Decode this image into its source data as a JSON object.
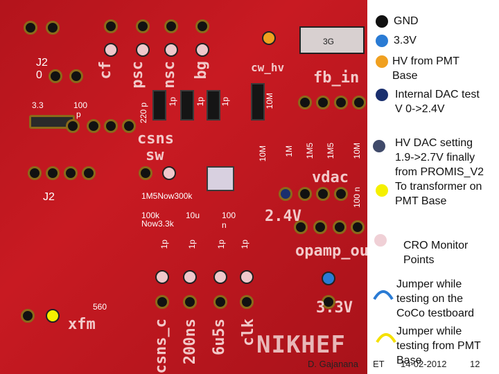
{
  "board": {
    "silkscreen": {
      "cf": "cf",
      "psc": "psc",
      "nsc": "nsc",
      "bg": "bg",
      "cw_hv": "cw_hv",
      "fb_in": "fb_in",
      "csns": "csns",
      "sw": "sw",
      "vdac": "vdac",
      "v24": "2.4V",
      "opamp_out": "opamp_out",
      "v33": "3.3V",
      "xfm": "xfm",
      "csns_c": "csns_c",
      "n200ns": "200ns",
      "n6u5s": "6u5s",
      "clk": "clk",
      "nikhef": "NIKHEF"
    },
    "labels": {
      "j2_top": "J2",
      "j2_top_sub": "0",
      "j2_mid": "J2",
      "v33_left": "3.3",
      "r100p": "100",
      "r100p_sub": "p",
      "r220p": "220 p",
      "r1_a": "1p",
      "r1_b": "1p",
      "r1_c": "1p",
      "r10m_top": "10M",
      "r10m_a": "10M",
      "r1m": "1M",
      "r1m5": "1M5",
      "r1m5b": "1M5",
      "r10m_b": "10M",
      "r100n": "100 n",
      "tag_3g": "3G",
      "r1m5now": "1M5Now300k",
      "r100k": "100k",
      "now33k": "Now3.3k",
      "r10u": "10u",
      "r100n_b": "100",
      "r100n_b_sub": "n",
      "r1p_a": "1p",
      "r1p_b": "1p",
      "r1p_c": "1p",
      "r1p_d": "1p",
      "r560": "560"
    }
  },
  "legend": {
    "items": [
      {
        "color": "#111111",
        "text": "GND"
      },
      {
        "color": "#2a7bd4",
        "text": "3.3V"
      },
      {
        "color": "#f0a020",
        "text": "HV from PMT Base"
      },
      {
        "color": "#1a2f6e",
        "text": "Internal DAC test V 0->2.4V"
      },
      {
        "color": "#404a6a",
        "text": "HV DAC setting 1.9->2.7V finally from PROMIS_V2 To transformer on PMT Base"
      },
      {
        "color": "#f5f000",
        "text": ""
      },
      {
        "color": "#f0d0d6",
        "text": "CRO Monitor Points"
      },
      {
        "color": "#2a7bd4",
        "text": "Jumper while testing on the CoCo testboard"
      },
      {
        "color": "#f5e000",
        "text": "Jumper while testing from PMT Base"
      }
    ]
  },
  "footer": {
    "author": "D. Gajanana",
    "et": "ET",
    "date": "14-02-2012",
    "page": "12"
  }
}
